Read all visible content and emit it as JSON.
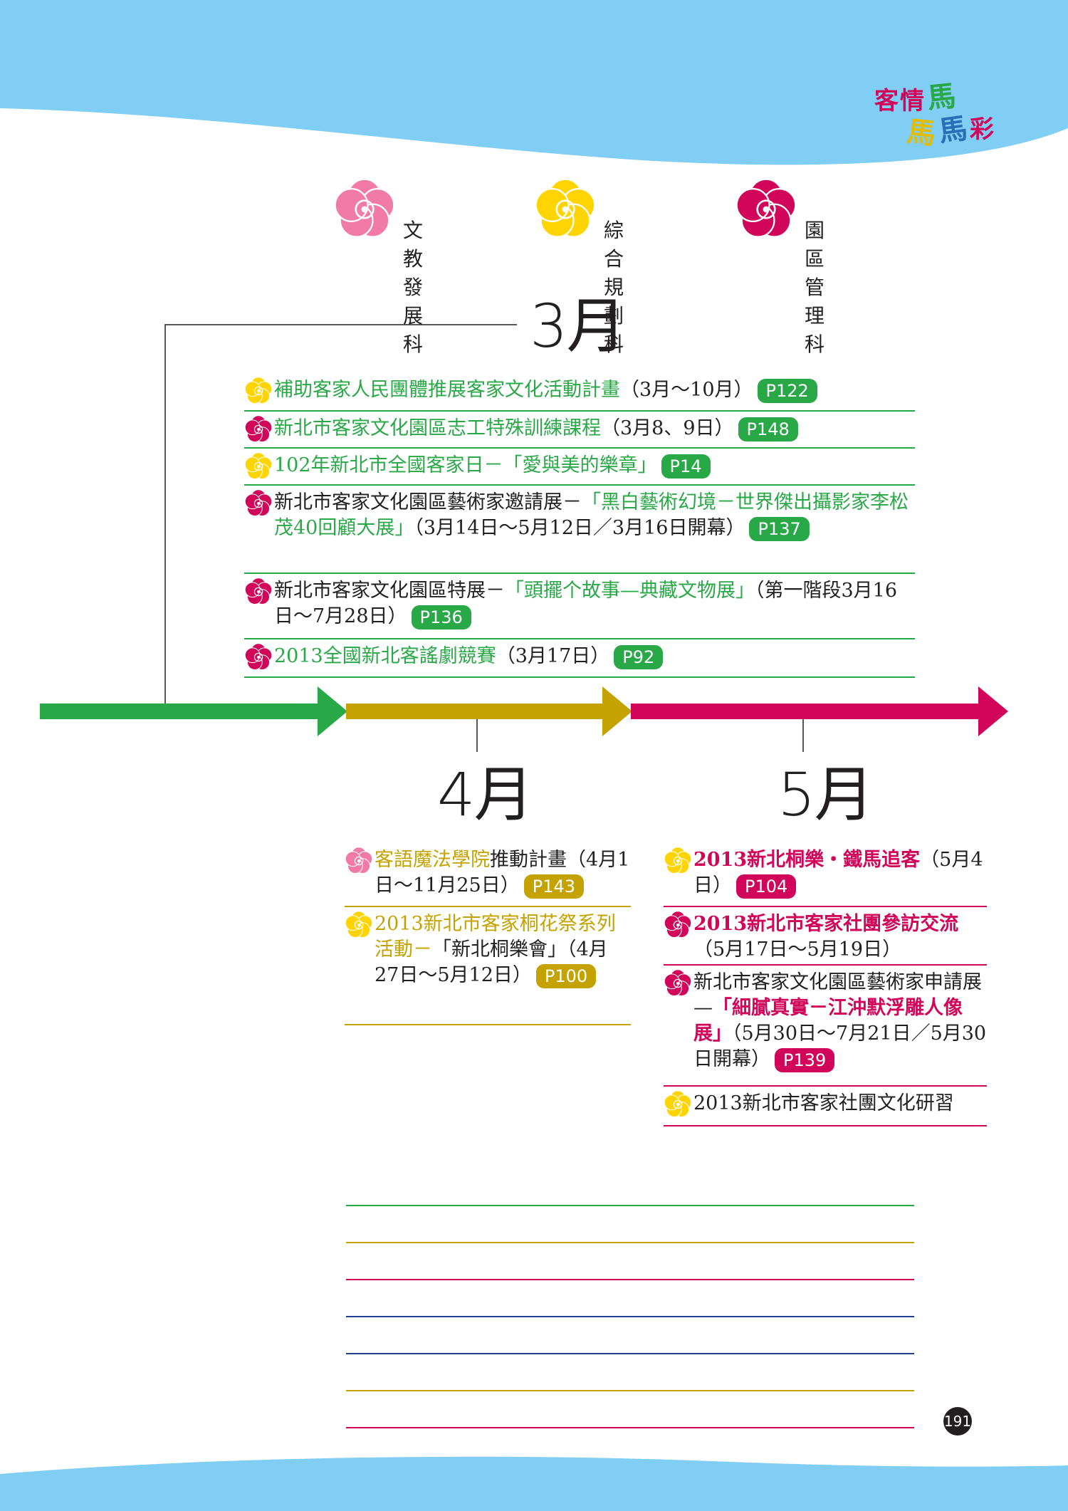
{
  "header": {
    "logo_chars": [
      "客",
      "情",
      "馬",
      "馬",
      "馬",
      "彩"
    ],
    "logo_colors": [
      "#d1065a",
      "#d1065a",
      "#29a847",
      "#e3bc00",
      "#2a6fb6",
      "#d1065a"
    ]
  },
  "legend": [
    {
      "label": "文教發展科",
      "color": "#f27aa6"
    },
    {
      "label": "綜合規劃科",
      "color": "#ffd400"
    },
    {
      "label": "園區管理科",
      "color": "#d1065a"
    }
  ],
  "timeline": {
    "segment_colors": [
      "#29a847",
      "#c4a200",
      "#d1065a"
    ]
  },
  "months": {
    "march": {
      "label": "3月",
      "entries": [
        {
          "flower": "yellow",
          "parts": [
            {
              "t": "補助客家人民團體推展客家文化活動計畫",
              "c": "green"
            },
            {
              "t": "（3月～10月）",
              "c": "dark"
            }
          ],
          "badge": "P122"
        },
        {
          "flower": "red",
          "parts": [
            {
              "t": "新北市客家文化園區志工特殊訓練課程",
              "c": "green"
            },
            {
              "t": "（3月8、9日）",
              "c": "dark"
            }
          ],
          "badge": "P148"
        },
        {
          "flower": "yellow",
          "parts": [
            {
              "t": "102年新北市全國客家日－「愛與美的樂章」",
              "c": "green"
            }
          ],
          "badge": "P14"
        },
        {
          "flower": "red",
          "parts": [
            {
              "t": "新北市客家文化園區藝術家邀請展－",
              "c": "dark"
            },
            {
              "t": "「黑白藝術幻境－世界傑出攝影家李松茂40回顧大展」",
              "c": "green"
            },
            {
              "t": "（3月14日～5月12日／3月16日開幕）",
              "c": "dark"
            }
          ],
          "badge": "P137"
        },
        {
          "flower": "red",
          "parts": [
            {
              "t": "新北市客家文化園區特展－",
              "c": "dark"
            },
            {
              "t": "「頭擺个故事—典藏文物展」",
              "c": "green"
            },
            {
              "t": "（第一階段3月16日～7月28日）",
              "c": "dark"
            }
          ],
          "badge": "P136"
        },
        {
          "flower": "red",
          "parts": [
            {
              "t": "2013全國新北客謠劇競賽",
              "c": "green"
            },
            {
              "t": "（3月17日）",
              "c": "dark"
            }
          ],
          "badge": "P92"
        }
      ]
    },
    "april": {
      "label": "4月",
      "entries": [
        {
          "flower": "pink",
          "parts": [
            {
              "t": "客語魔法學院",
              "c": "gold"
            },
            {
              "t": "推動計畫（4月1日～11月25日）",
              "c": "dark"
            }
          ],
          "badge": "P143"
        },
        {
          "flower": "yellow",
          "parts": [
            {
              "t": "2013新北市客家桐花祭系列活動－",
              "c": "gold"
            },
            {
              "t": "「新北桐樂會」（4月27日～5月12日）",
              "c": "dark"
            }
          ],
          "badge": "P100"
        }
      ]
    },
    "may": {
      "label": "5月",
      "entries": [
        {
          "flower": "yellow",
          "parts": [
            {
              "t": "2013新北桐樂・鐵馬追客",
              "c": "red",
              "b": true
            },
            {
              "t": "（5月4日）",
              "c": "dark"
            }
          ],
          "badge": "P104"
        },
        {
          "flower": "red",
          "parts": [
            {
              "t": "2013新北市客家社團參訪交流",
              "c": "red",
              "b": true
            },
            {
              "t": "（5月17日～5月19日）",
              "c": "dark"
            }
          ],
          "badge": ""
        },
        {
          "flower": "red",
          "parts": [
            {
              "t": "新北市客家文化園區藝術家申請展—",
              "c": "dark"
            },
            {
              "t": "「細膩真實－江沖默浮雕人像展」",
              "c": "red",
              "b": true
            },
            {
              "t": "（5月30日～7月21日／5月30日開幕）",
              "c": "dark"
            }
          ],
          "badge": "P139"
        },
        {
          "flower": "yellow",
          "parts": [
            {
              "t": "2013新北市客家社團文化研習",
              "c": "dark"
            }
          ],
          "badge": ""
        }
      ]
    }
  },
  "notes_line_colors": [
    "#29a847",
    "#c4a200",
    "#d1065a",
    "#1f3f8f",
    "#1f3f8f",
    "#c4a200",
    "#d1065a"
  ],
  "page_number": "191"
}
